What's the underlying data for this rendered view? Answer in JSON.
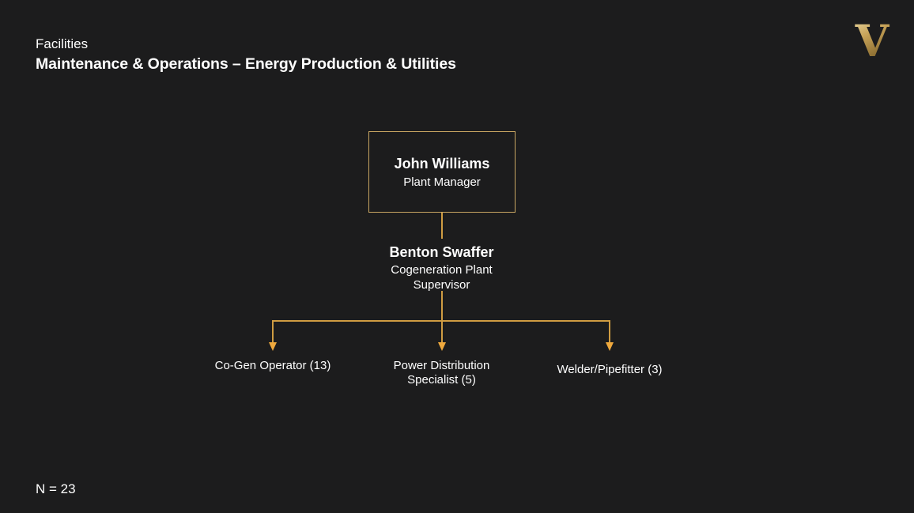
{
  "slide": {
    "header": {
      "eyebrow": "Facilities",
      "title": "Maintenance & Operations – Energy Production & Utilities"
    },
    "logo": {
      "glyph": "V",
      "name": "vanderbilt-v-logo"
    },
    "org_chart": {
      "root": {
        "name": "John Williams",
        "title": "Plant Manager"
      },
      "supervisor": {
        "name": "Benton Swaffer",
        "title": "Cogeneration Plant Supervisor"
      },
      "reports": [
        {
          "label": "Co-Gen Operator (13)"
        },
        {
          "label": "Power Distribution Specialist (5)"
        },
        {
          "label": "Welder/Pipefitter (3)"
        }
      ]
    },
    "footer": {
      "headcount": "N = 23"
    },
    "colors": {
      "background": "#1c1c1d",
      "text": "#ffffff",
      "box_border": "#c9a662",
      "connector": "#cf9c42",
      "arrow": "#efa93d",
      "logo_gold_light": "#f0e0ac",
      "logo_gold_mid": "#c7a258",
      "logo_gold_dark": "#7d6128"
    }
  }
}
